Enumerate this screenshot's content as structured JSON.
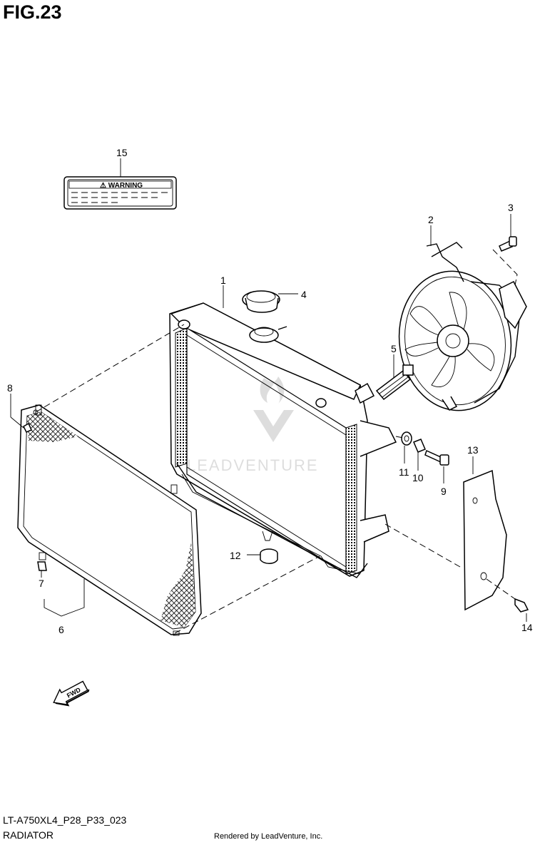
{
  "figure": {
    "title": "FIG.23"
  },
  "warning_label": {
    "text": "⚠ WARNING"
  },
  "fwd_arrow": {
    "text": "FWD"
  },
  "watermark": {
    "text": "LEADVENTURE"
  },
  "callouts": {
    "c1": "1",
    "c2": "2",
    "c3": "3",
    "c4": "4",
    "c5": "5",
    "c6": "6",
    "c7": "7",
    "c8": "8",
    "c9": "9",
    "c10": "10",
    "c11": "11",
    "c12": "12",
    "c13": "13",
    "c14": "14",
    "c15": "15"
  },
  "footer": {
    "model_code": "LT-A750XL4_P28_P33_023",
    "diagram_name": "RADIATOR",
    "credit": "Rendered by LeadVenture, Inc."
  }
}
